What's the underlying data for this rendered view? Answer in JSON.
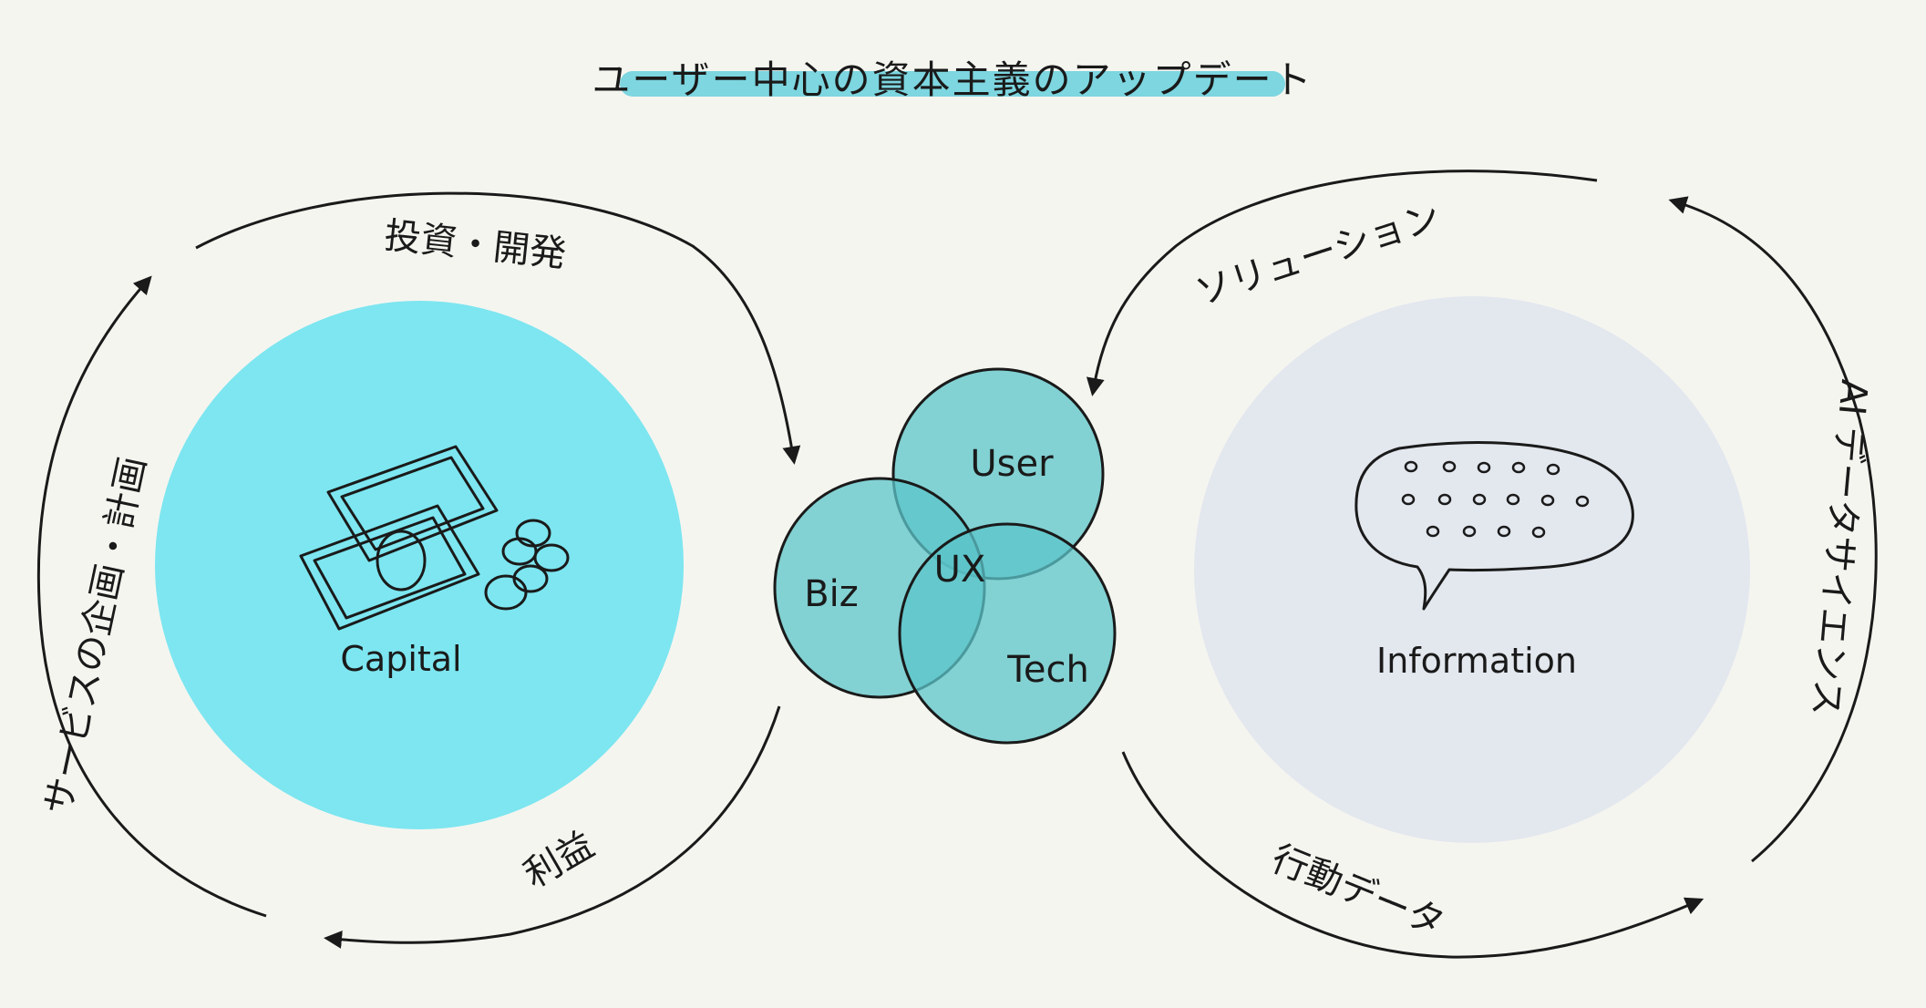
{
  "title": "ユーザー中心の資本主義のアップデート",
  "left_cycle": {
    "center_label": "Capital",
    "top_arc_label": "投資・開発",
    "left_arc_label": "サービスの企画・計画",
    "bottom_arc_label": "利益"
  },
  "venn": {
    "user_label": "User",
    "biz_label": "Biz",
    "tech_label": "Tech",
    "center_label": "UX"
  },
  "right_cycle": {
    "center_label": "Information",
    "top_arc_label": "ソリューション",
    "right_arc_label": "AI データサイエンス",
    "bottom_arc_label": "行動データ"
  },
  "colors": {
    "background": "#f5f5f0",
    "capital_circle": "#7de6f0",
    "information_circle": "#e3e7ee",
    "venn_fill": "#5bc4c9",
    "title_highlight": "#7dd6e0",
    "ink": "#1a1a1a"
  }
}
